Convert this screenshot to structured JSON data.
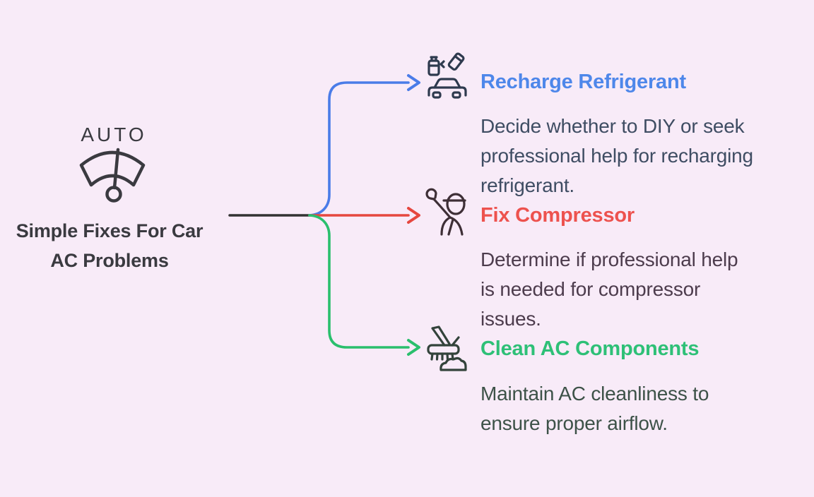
{
  "page": {
    "background": "#f8ebf8"
  },
  "root": {
    "label": "Simple Fixes For Car AC Problems",
    "icon": "auto-windshield-wiper-icon",
    "icon_caption": "AUTO",
    "text_color": "#3a3a40",
    "trunk_color": "#333333"
  },
  "branches": [
    {
      "id": "recharge-refrigerant",
      "title": "Recharge Refrigerant",
      "title_color": "#4e87ea",
      "line_color": "#4a7ce8",
      "icon": "refrigerant-can-car-icon",
      "icon_color": "#2e3a4e",
      "description": "Decide whether to DIY or seek professional help for recharging refrigerant.",
      "lines": [
        "Decide whether to DIY or seek",
        "professional help for recharging",
        "refrigerant."
      ],
      "desc_color": "#3f4d63"
    },
    {
      "id": "fix-compressor",
      "title": "Fix Compressor",
      "title_color": "#ed524e",
      "line_color": "#e6473f",
      "icon": "mechanic-wrench-icon",
      "icon_color": "#3e2f36",
      "description": "Determine if professional help is needed for compressor issues.",
      "lines": [
        "Determine if professional help",
        "is needed for compressor",
        "issues."
      ],
      "desc_color": "#4d3c4d"
    },
    {
      "id": "clean-ac-components",
      "title": "Clean AC Components",
      "title_color": "#2ec077",
      "line_color": "#2abf6d",
      "icon": "cleaning-brush-icon",
      "icon_color": "#33433b",
      "description": "Maintain AC cleanliness to ensure proper airflow.",
      "lines": [
        "Maintain AC cleanliness to",
        "ensure proper airflow."
      ],
      "desc_color": "#3d5248"
    }
  ]
}
